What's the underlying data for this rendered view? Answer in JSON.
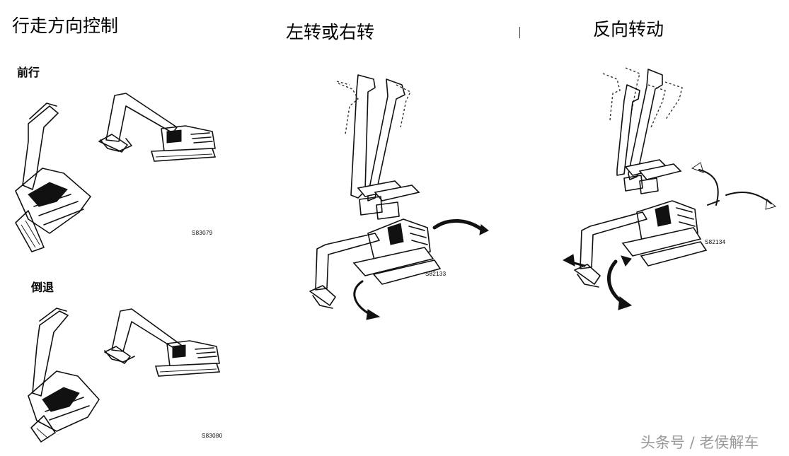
{
  "sections": {
    "travel": {
      "title": "行走方向控制",
      "forward_label": "前行",
      "backward_label": "倒退",
      "forward_code": "S83079",
      "backward_code": "S83080"
    },
    "turn": {
      "title": "左转或右转",
      "code": "S82133"
    },
    "counter": {
      "title": "反向转动",
      "code": "S82134"
    }
  },
  "watermark": "头条号 / 老侯解车"
}
